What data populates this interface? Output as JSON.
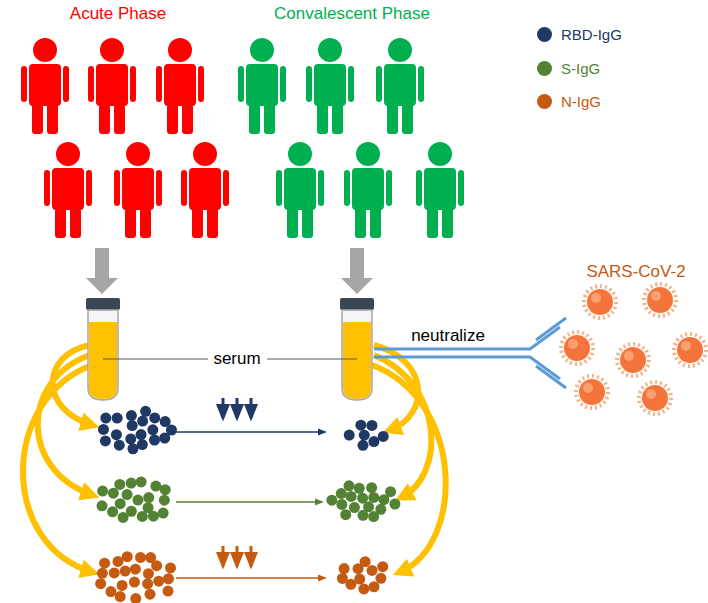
{
  "diagram": {
    "labels": [
      "Acute Phase",
      "Convalescent Phase",
      "serum",
      "neutralize",
      "SARS-CoV-2"
    ],
    "legend": [
      {
        "text": "RBD-IgG",
        "color": "#203864"
      },
      {
        "text": "S-IgG",
        "color": "#548235"
      },
      {
        "text": "N-IgG",
        "color": "#c55a11"
      }
    ]
  }
}
